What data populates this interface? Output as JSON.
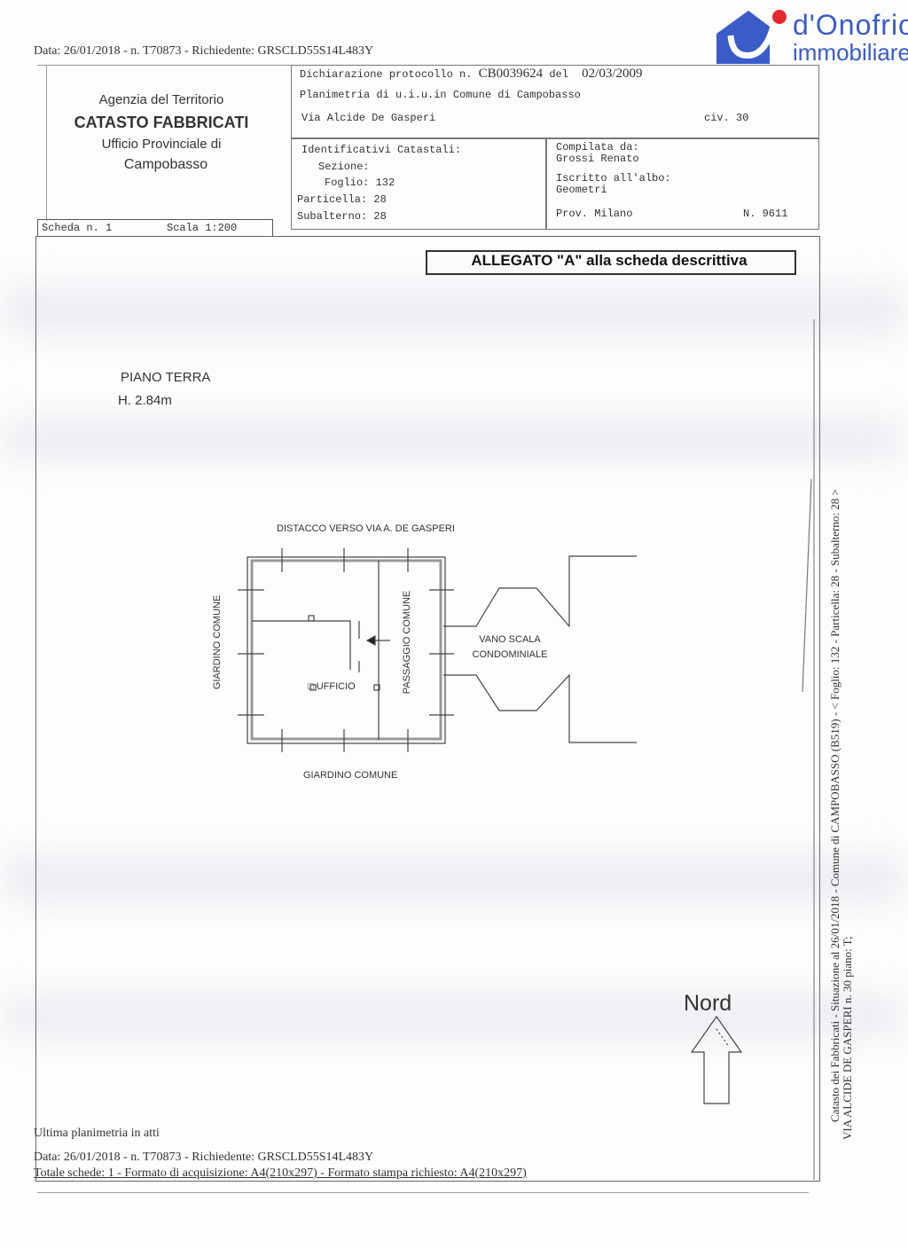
{
  "header_line": "Data: 26/01/2018 - n. T70873 - Richiedente: GRSCLD55S14L483Y",
  "logo": {
    "line1": "d'Onofrio",
    "line2": "immobiliare",
    "brand_color": "#3a5cc8",
    "dot_color": "#e8282e"
  },
  "agency": {
    "line1": "Agenzia del Territorio",
    "line2": "CATASTO FABBRICATI",
    "line3": "Ufficio Provinciale di",
    "line4": "Campobasso"
  },
  "declaration": {
    "protocol_label": "Dichiarazione protocollo n.",
    "protocol_no": "CB0039624",
    "del": "del",
    "date": "02/03/2009",
    "planimetria": "Planimetria di u.i.u.in Comune di Campobasso",
    "address": "Via Alcide De Gasperi",
    "civ": "civ. 30"
  },
  "identifiers": {
    "title": "Identificativi Catastali:",
    "sezione": "Sezione:",
    "foglio": "Foglio: 132",
    "particella": "Particella: 28",
    "subalterno": "Subalterno: 28"
  },
  "compiler": {
    "label": "Compilata da:",
    "name": "Grossi Renato",
    "albo_label": "Iscritto all'albo:",
    "albo": "Geometri",
    "prov": "Prov. Milano",
    "number": "N.  9611"
  },
  "scheda": {
    "label": "Scheda n. 1",
    "scale": "Scala 1:200"
  },
  "allegato": "ALLEGATO \"A\" alla scheda descrittiva",
  "floor": {
    "name": "PIANO TERRA",
    "height": "H. 2.84m"
  },
  "plan_labels": {
    "top": "DISTACCO VERSO VIA A. DE GASPERI",
    "left": "GIARDINO COMUNE",
    "bottom": "GIARDINO COMUNE",
    "passage": "PASSAGGIO COMUNE",
    "office": "UFFICIO",
    "stair1": "VANO SCALA",
    "stair2": "CONDOMINIALE"
  },
  "north": "Nord",
  "side_text": {
    "line1": "Catasto dei Fabbricati - Situazione al 26/01/2018 - Comune di CAMPOBASSO (B519) - < Foglio: 132 - Particella: 28 - Subalterno: 28 >",
    "line2": "VIA ALCIDE DE GASPERI n. 30 piano: T;"
  },
  "footer": {
    "last": "Ultima planimetria in atti",
    "data": "Data: 26/01/2018 - n. T70873 - Richiedente: GRSCLD55S14L483Y",
    "totale": "Totale schede: 1 - Formato di acquisizione: A4(210x297)  - Formato stampa richiesto: A4(210x297)"
  }
}
